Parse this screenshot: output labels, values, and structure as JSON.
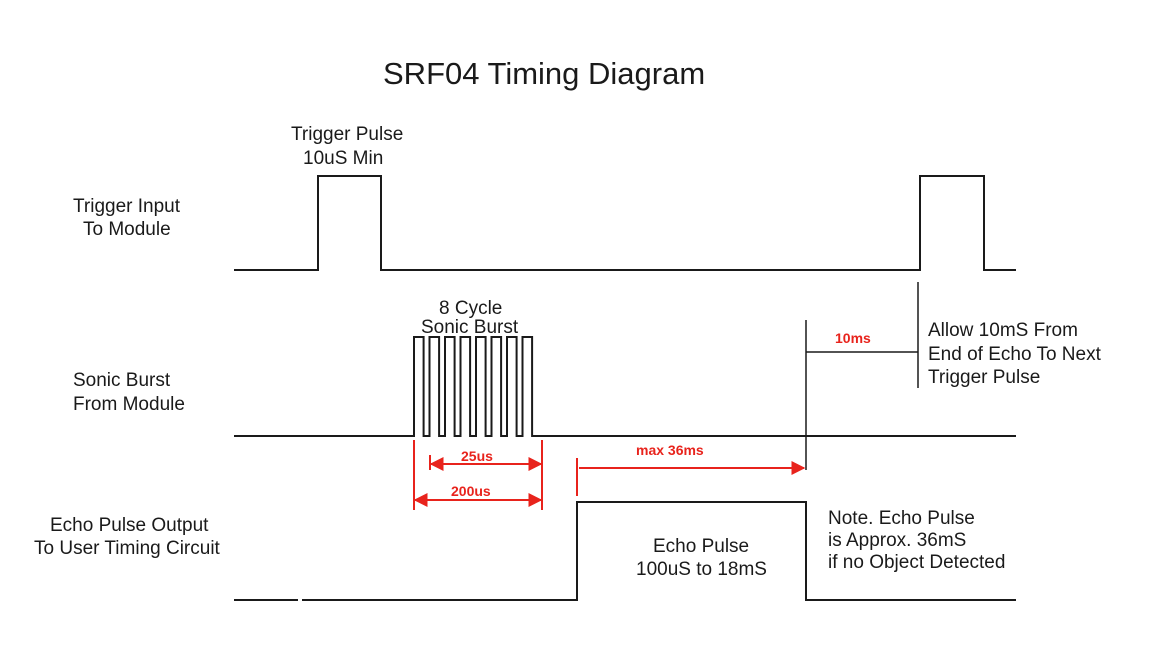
{
  "title": "SRF04 Timing Diagram",
  "signals": {
    "trigger": {
      "line1": "Trigger Input",
      "line2": "To Module"
    },
    "burst": {
      "line1": "Sonic Burst",
      "line2": "From Module"
    },
    "echo": {
      "line1": "Echo Pulse Output",
      "line2": "To User Timing Circuit"
    }
  },
  "annotations": {
    "trigger_pulse": {
      "line1": "Trigger Pulse",
      "line2": "10uS Min"
    },
    "sonic_burst": {
      "line1": "8 Cycle",
      "line2": "Sonic Burst"
    },
    "allow": {
      "line1": "Allow 10mS From",
      "line2": "End of Echo To Next",
      "line3": "Trigger Pulse"
    },
    "echo_pulse": {
      "line1": "Echo Pulse",
      "line2": "100uS to 18mS"
    },
    "note": {
      "line1": "Note. Echo Pulse",
      "line2": "is Approx. 36mS",
      "line3": "if no Object Detected"
    }
  },
  "dimensions": {
    "burst_period": "25us",
    "burst_length": "200us",
    "echo_max": "max 36ms",
    "holdoff": "10ms"
  },
  "burst_cycles": 8,
  "colors": {
    "waveform": "#1a1a1a",
    "dimension": "#e8231c"
  }
}
